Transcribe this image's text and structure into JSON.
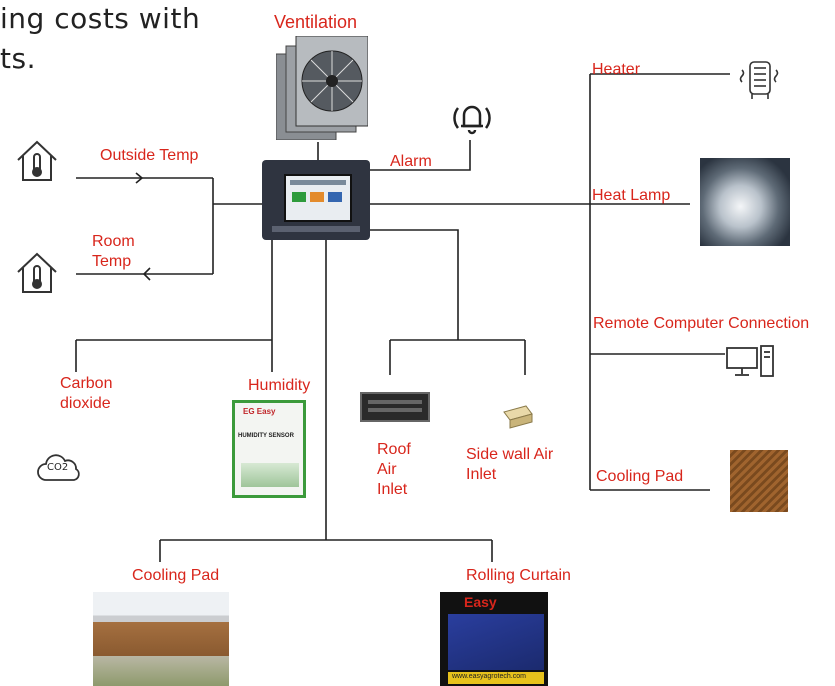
{
  "header": {
    "line1": "ing costs with",
    "line2": "ts."
  },
  "labels": {
    "ventilation": "Ventilation",
    "alarm": "Alarm",
    "outside_temp": "Outside Temp",
    "room_temp_1": "Room",
    "room_temp_2": "Temp",
    "heater": "Heater",
    "heat_lamp": "Heat Lamp",
    "remote_computer": "Remote Computer Connection",
    "cooling_pad_right": "Cooling Pad",
    "carbon_dioxide_1": "Carbon",
    "carbon_dioxide_2": "dioxide",
    "humidity": "Humidity",
    "roof_air_inlet_1": "Roof",
    "roof_air_inlet_2": "Air",
    "roof_air_inlet_3": "Inlet",
    "side_wall_air_inlet_1": "Side wall Air",
    "side_wall_air_inlet_2": "Inlet",
    "cooling_pad_bottom": "Cooling Pad",
    "rolling_curtain": "Rolling Curtain"
  },
  "images": {
    "co2_badge": "CO2",
    "humidity_brand": "EG Easy",
    "humidity_sensor": "HUMIDITY SENSOR",
    "curtain_brand": "Easy",
    "curtain_url": "www.easyagrotech.com"
  },
  "colors": {
    "label_red": "#d8261c",
    "wire": "#222222",
    "panel": "#2f3440"
  }
}
